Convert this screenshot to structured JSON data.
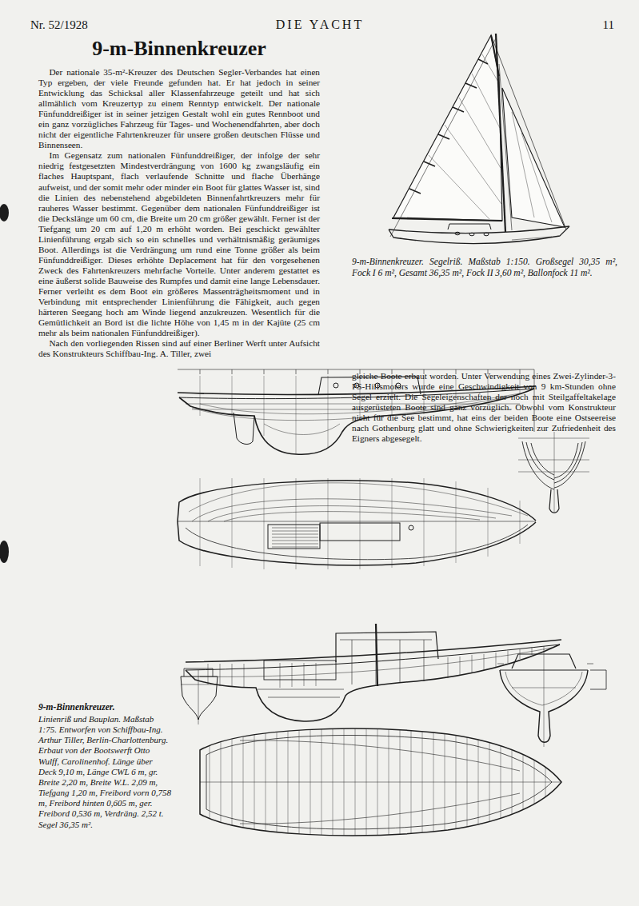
{
  "diagram": {
    "title": "9-m-Binnenkreuzer",
    "labels": [
      "Nr. 52/1928",
      "DIE YACHT",
      "11",
      "Der nationale 35-m²-Kreuzer des Deutschen Segler-Verbandes hat einen Typ ergeben, der viele Freunde gefunden hat. Er hat jedoch in seiner Entwicklung das Schicksal aller Klassenfahrzeuge geteilt und hat sich allmählich vom Kreuzertyp zu einem Renntyp entwickelt. Der nationale Fünfunddreißiger ist in seiner jetzigen Gestalt wohl ein gutes Rennboot und ein ganz vorzügliches Fahrzeug für Tages- und Wochenendfahrten, aber doch nicht der eigentliche Fahrtenkreuzer für unsere großen deutschen Flüsse und Binnenseen.",
      "Im Gegensatz zum nationalen Fünfunddreißiger, der infolge der sehr niedrig festgesetzten Mindestverdrängung von 1600 kg zwangsläufig ein flaches Hauptspant, flach verlaufende Schnitte und flache Überhänge aufweist, und der somit mehr oder minder ein Boot für glattes Wasser ist, sind die Linien des nebenstehend abgebildeten Binnenfahrtkreuzers mehr für rauheres Wasser bestimmt. Gegenüber dem nationalen Fünfunddreißiger ist die Deckslänge um 60 cm, die Breite um 20 cm größer gewählt. Ferner ist der Tiefgang um 20 cm auf 1,20 m erhöht worden. Bei geschickt gewählter Linienführung ergab sich so ein schnelles und verhältnismäßig geräumiges Boot. Allerdings ist die Verdrängung um rund eine Tonne größer als beim Fünfunddreißiger. Dieses erhöhte Deplacement hat für den vorgesehenen Zweck des Fahrtenkreuzers mehrfache Vorteile. Unter anderem gestattet es eine äußerst solide Bauweise des Rumpfes und damit eine lange Lebensdauer. Ferner verleiht es dem Boot ein größeres Massenträgheitsmoment und in Verbindung mit entsprechender Linienführung die Fähigkeit, auch gegen härteren Seegang hoch am Winde liegend anzukreuzen. Wesentlich für die Gemütlichkeit an Bord ist die lichte Höhe von 1,45 m in der Kajüte (25 cm mehr als beim nationalen Fünfunddreißiger).",
      "Nach den vorliegenden Rissen sind auf einer Berliner Werft unter Aufsicht des Konstrukteurs Schiffbau-Ing. A. Tiller, zwei",
      "9-m-Binnenkreuzer. Segelriß. Maßstab 1:150. Großsegel 30,35 m², Fock I 6 m², Gesamt 36,35 m², Fock II 3,60 m², Ballonfock 11 m².",
      "gleiche Boote erbaut worden. Unter Verwendung eines Zwei-Zylinder-3-PS-Hilfsmotors wurde eine Geschwindigkeit von 9 km-Stunden ohne Segel erzielt. Die Segeleigenschaften der noch mit Steilgaffeltakelage ausgerüsteten Boote sind ganz vorzüglich. Obwohl vom Konstrukteur nicht für die See bestimmt, hat eins der beiden Boote eine Ostseereise nach Gothenburg glatt und ohne Schwierigkeiten zur Zufriedenheit des Eigners abgesegelt.",
      "9-m-Binnenkreuzer.",
      "Linienriß und Bauplan. Maßstab 1:75. Entworfen von Schiffbau-Ing. Arthur Tiller, Berlin-Charlottenburg. Erbaut von der Bootswerft Otto Wulff, Carolinenhof. Länge über Deck 9,10 m, Länge CWL 6 m, gr. Breite 2,20 m, Breite W.L. 2,09 m, Tiefgang 1,20 m, Freibord vorn 0,758 m, Freibord hinten 0,605 m, ger. Freibord 0,536 m, Verdräng. 2,52 t. Segel 36,35 m²."
    ]
  }
}
